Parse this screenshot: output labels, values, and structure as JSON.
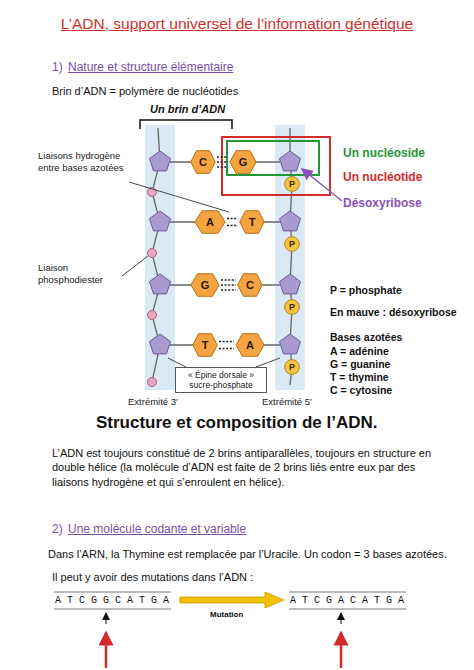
{
  "diagram": {
    "title": "L’ADN, support universel de l’information génétique",
    "caption": "Structure et composition de l’ADN.",
    "nodes": [
      {
        "text": [
          "C"
        ]
      },
      {
        "text": [
          "G"
        ]
      },
      {
        "text": [
          "P"
        ]
      },
      {
        "text": [
          "A"
        ]
      },
      {
        "text": [
          "T"
        ]
      },
      {
        "text": [
          "P"
        ]
      },
      {
        "text": [
          "G"
        ]
      },
      {
        "text": [
          "C"
        ]
      },
      {
        "text": [
          "P"
        ]
      },
      {
        "text": [
          "T"
        ]
      },
      {
        "text": [
          "A"
        ]
      },
      {
        "text": [
          "P"
        ]
      },
      {
        "text": [
          "« Épine dorsale » sucre-phosphate"
        ]
      }
    ],
    "edges": [
      {
        "from": 0,
        "to": 1,
        "arrow": "none"
      },
      {
        "from": 3,
        "to": 4,
        "arrow": "none"
      },
      {
        "from": 6,
        "to": 7,
        "arrow": "none"
      },
      {
        "from": 9,
        "to": 10,
        "arrow": "none"
      }
    ],
    "labels": [
      "1)",
      "Nature et structure élémentaire",
      "Brin d’ADN = polymère de nucléotides",
      "Un brin d’ADN",
      "Un nucléoside",
      "Un nucléotide",
      "Désoxyribose",
      "Liaisons hydrogène entre bases azotées",
      "Liaison phosphodiester",
      "Extrémité 3′",
      "Extrémité 5′",
      "P = phosphate",
      "En mauve : désoxyribose",
      "Bases azotées",
      "A = adénine",
      "G = guanine",
      "T = thymine",
      "C = cytosine",
      "L’ADN est toujours constitué de 2 brins antiparallèles, toujours en structure en double hélice (la molécule d’ADN est faite de 2 brins liés entre eux par des liaisons hydrogène et qui s’enroulent en hélice).",
      "2)",
      "Une molécule codante et variable",
      "Dans l’ARN, la Thymine est remplacée par l’Uracile. Un codon = 3 bases azotées.",
      "Il peut y avoir des mutations dans l’ADN :",
      "A T C G G C A T G A",
      "Mutation",
      "A T C G A C A T G A"
    ]
  }
}
